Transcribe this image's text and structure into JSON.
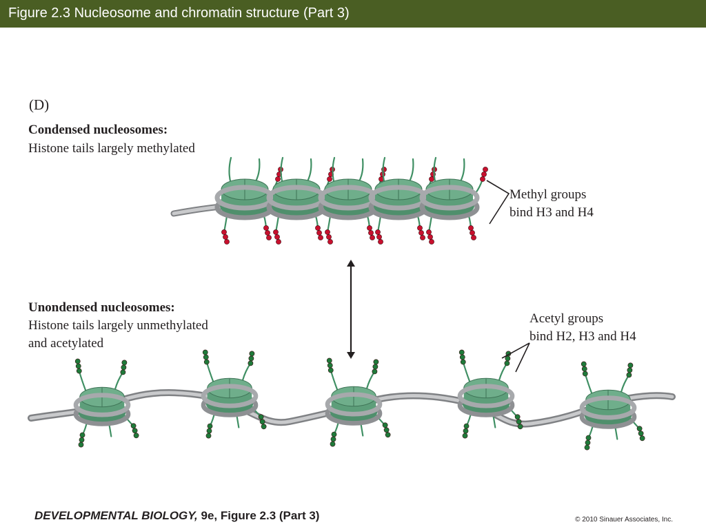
{
  "title": "Figure 2.3  Nucleosome and chromatin structure (Part 3)",
  "panel_letter": "(D)",
  "condensed": {
    "heading": "Condensed nucleosomes:",
    "subtitle": "Histone tails largely methylated"
  },
  "uncondensed": {
    "heading": "Unondensed nucleosomes:",
    "subtitle_line1": "Histone tails largely unmethylated",
    "subtitle_line2": "and acetylated"
  },
  "methyl_label": {
    "line1": "Methyl groups",
    "line2": "bind H3 and H4"
  },
  "acetyl_label": {
    "line1": "Acetyl groups",
    "line2": "bind H2, H3 and H4"
  },
  "footer": {
    "book_title": "DEVELOPMENTAL BIOLOGY,",
    "edition": " 9e, Figure 2.3 (Part 3)",
    "copyright": "© 2010 Sinauer Associates, Inc."
  },
  "colors": {
    "title_bar": "#4a5e23",
    "histone_core": "#6fae8b",
    "dna_ring": "#a7a9ac",
    "tail": "#3f8f63",
    "methyl": "#c8102e",
    "acetyl": "#1f7a3a",
    "text": "#231f20"
  }
}
